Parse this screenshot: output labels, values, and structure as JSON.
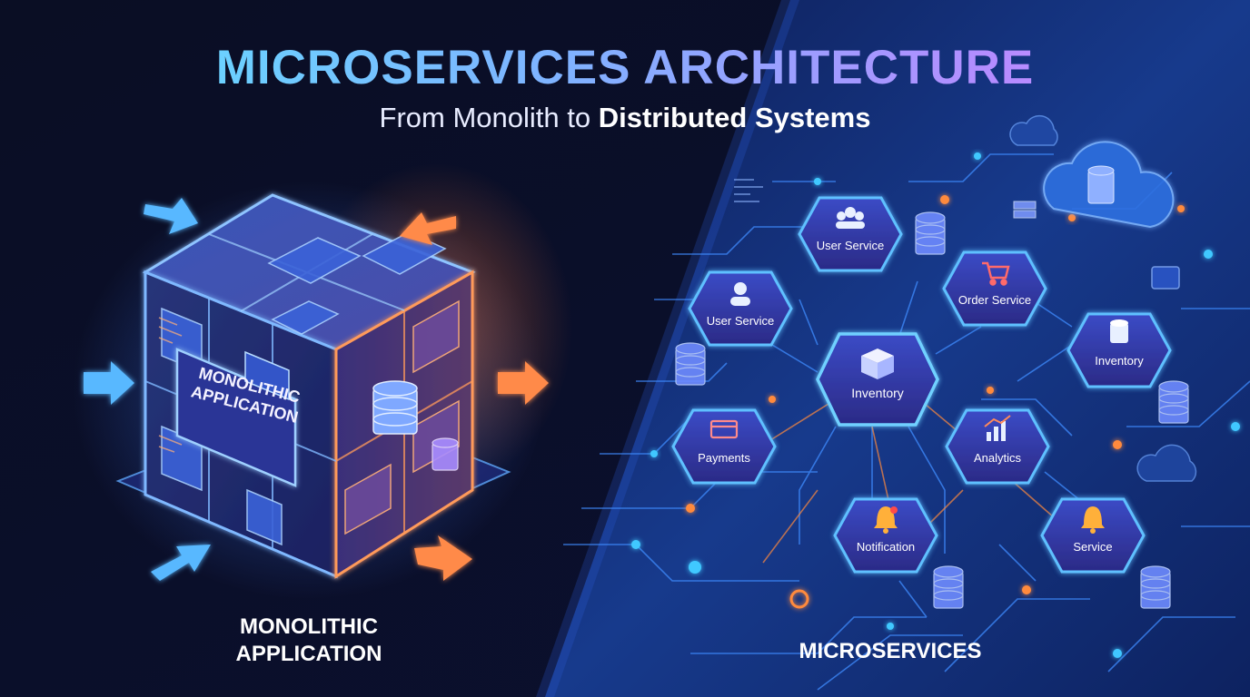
{
  "title": "MICROSERVICES ARCHITECTURE",
  "subtitle": {
    "prefix": "From Monolith to",
    "emphasis": "Distributed Systems"
  },
  "monolith": {
    "cube_label": "MONOLITHIC APPLICATION",
    "caption_line1": "MONOLITHIC",
    "caption_line2": "APPLICATION"
  },
  "microservices": {
    "caption": "MICROSERVICES",
    "services": [
      {
        "id": "user-service-top",
        "label": "User Service",
        "icon": "users-icon"
      },
      {
        "id": "user-service-left",
        "label": "User Service",
        "icon": "user-icon"
      },
      {
        "id": "order-service",
        "label": "Order Service",
        "icon": "cart-icon"
      },
      {
        "id": "inventory-center",
        "label": "Inventory",
        "icon": "box-icon"
      },
      {
        "id": "inventory-right",
        "label": "Inventory",
        "icon": "database-icon"
      },
      {
        "id": "payments",
        "label": "Payments",
        "icon": "credit-card-icon"
      },
      {
        "id": "analytics",
        "label": "Analytics",
        "icon": "bar-chart-icon"
      },
      {
        "id": "notification",
        "label": "Notification",
        "icon": "bell-icon"
      },
      {
        "id": "service",
        "label": "Service",
        "icon": "bell-icon"
      }
    ]
  },
  "colors": {
    "node_glow": "#3fa8ff",
    "node_fill": "#2a2f8f",
    "accent_orange": "#ff8a3d",
    "title_gradient_start": "#5fe3ff",
    "title_gradient_end": "#cf8dff"
  }
}
